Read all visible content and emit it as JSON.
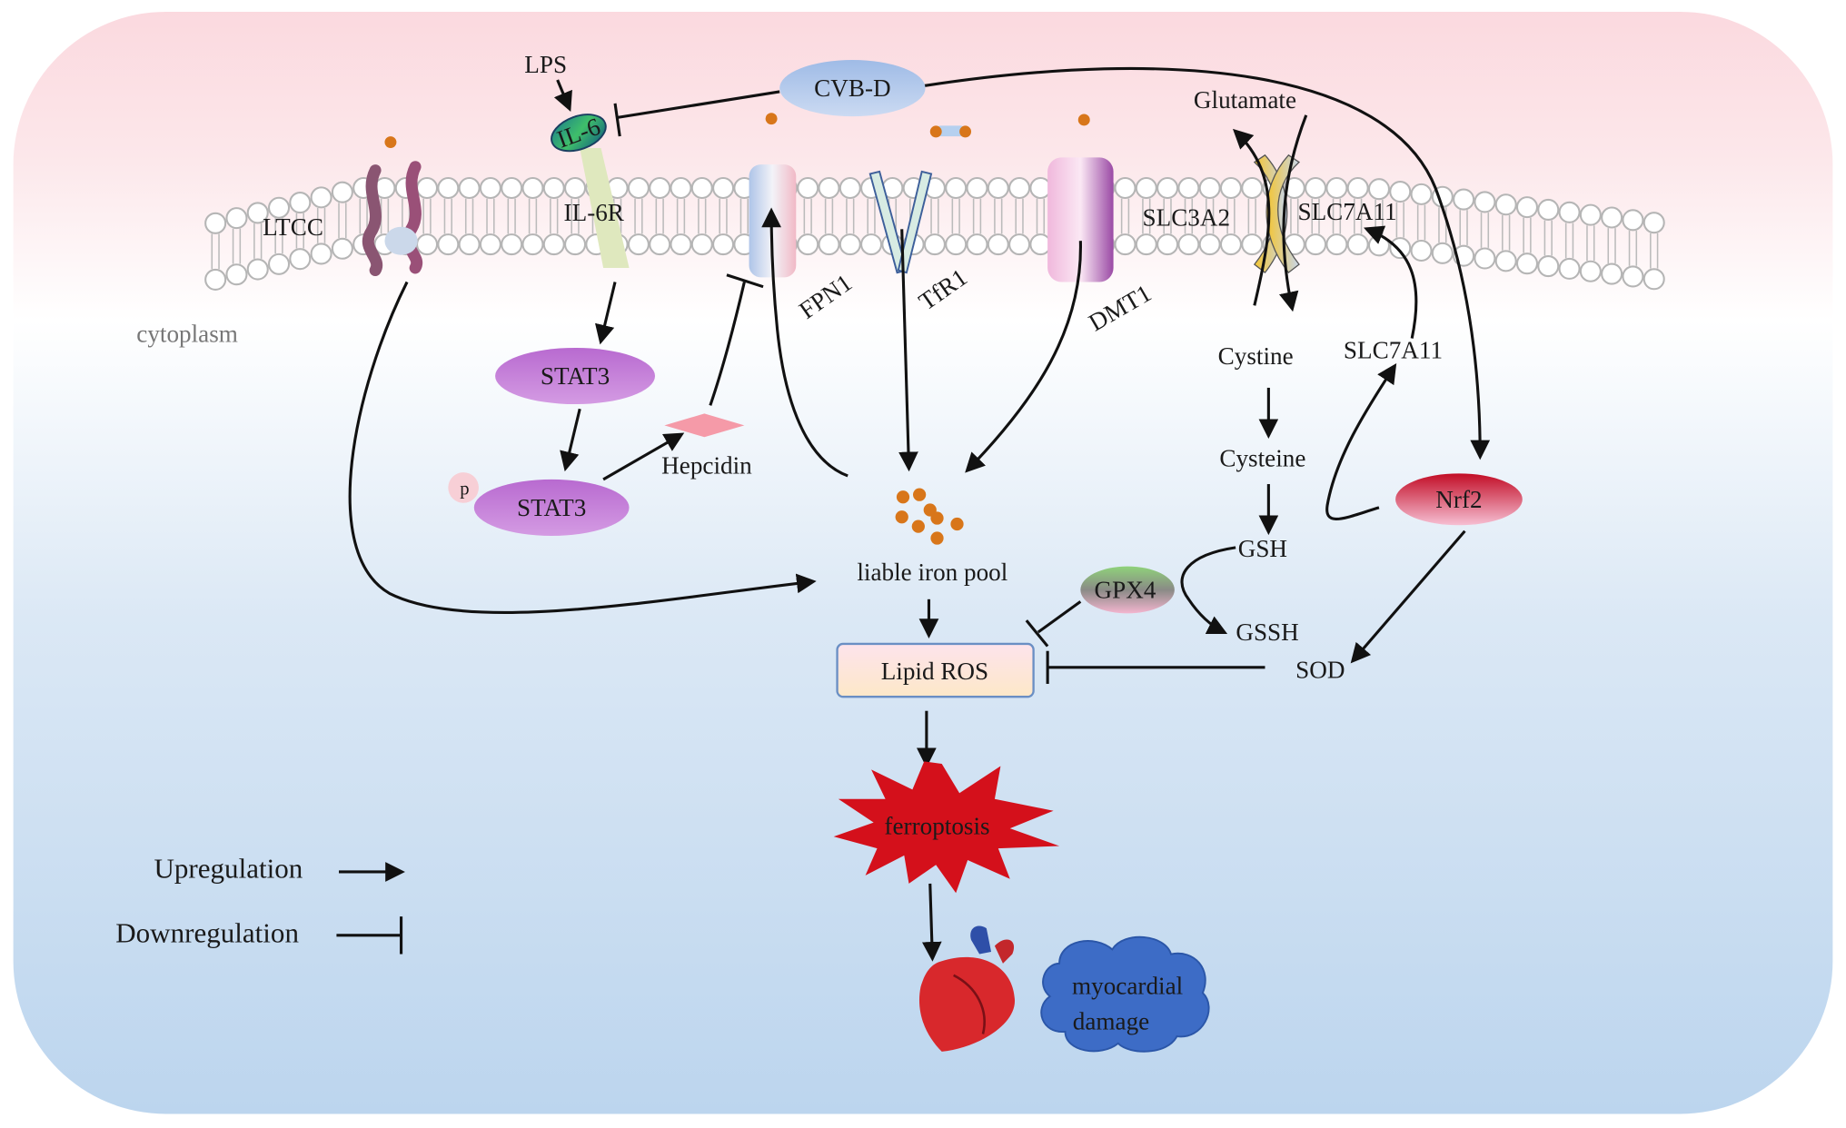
{
  "labels": {
    "lps": "LPS",
    "il6": "IL-6",
    "cvbd": "CVB-D",
    "il6r": "IL-6R",
    "ltcc": "LTCC",
    "fpn1": "FPN1",
    "tfr1": "TfR1",
    "dmt1": "DMT1",
    "slc3a2": "SLC3A2",
    "slc7a11_membrane": "SLC7A11",
    "glutamate": "Glutamate",
    "cytoplasm": "cytoplasm",
    "stat3": "STAT3",
    "p_stat3": "STAT3",
    "p": "p",
    "hepcidin": "Hepcidin",
    "liable_iron_pool": "liable iron pool",
    "lipid_ros": "Lipid ROS",
    "gpx4": "GPX4",
    "cystine": "Cystine",
    "cysteine": "Cysteine",
    "gsh": "GSH",
    "gssh": "GSSH",
    "sod": "SOD",
    "slc7a11": "SLC7A11",
    "nrf2": "Nrf2",
    "ferroptosis": "ferroptosis",
    "myocardial": "myocardial",
    "damage": "damage"
  },
  "legend": {
    "upregulation": "Upregulation",
    "downregulation": "Downregulation"
  },
  "colors": {
    "background_top": "#fbdde2",
    "background_bottom": "#bed6ee",
    "stat3": "#c77dd9",
    "nrf2": "#c8102e",
    "ferroptosis": "#d4101b",
    "cloud": "#3d6cc6",
    "iron": "#d8761a"
  }
}
